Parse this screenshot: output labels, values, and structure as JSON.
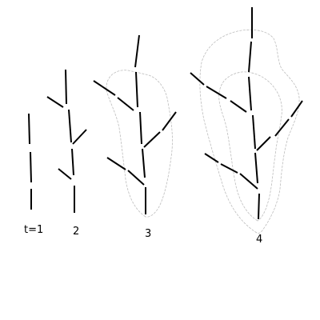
{
  "figure": {
    "stages": [
      {
        "id": "1",
        "label": "t=1"
      },
      {
        "id": "2",
        "label": "2"
      },
      {
        "id": "3",
        "label": "3"
      },
      {
        "id": "4",
        "label": "4"
      }
    ]
  }
}
